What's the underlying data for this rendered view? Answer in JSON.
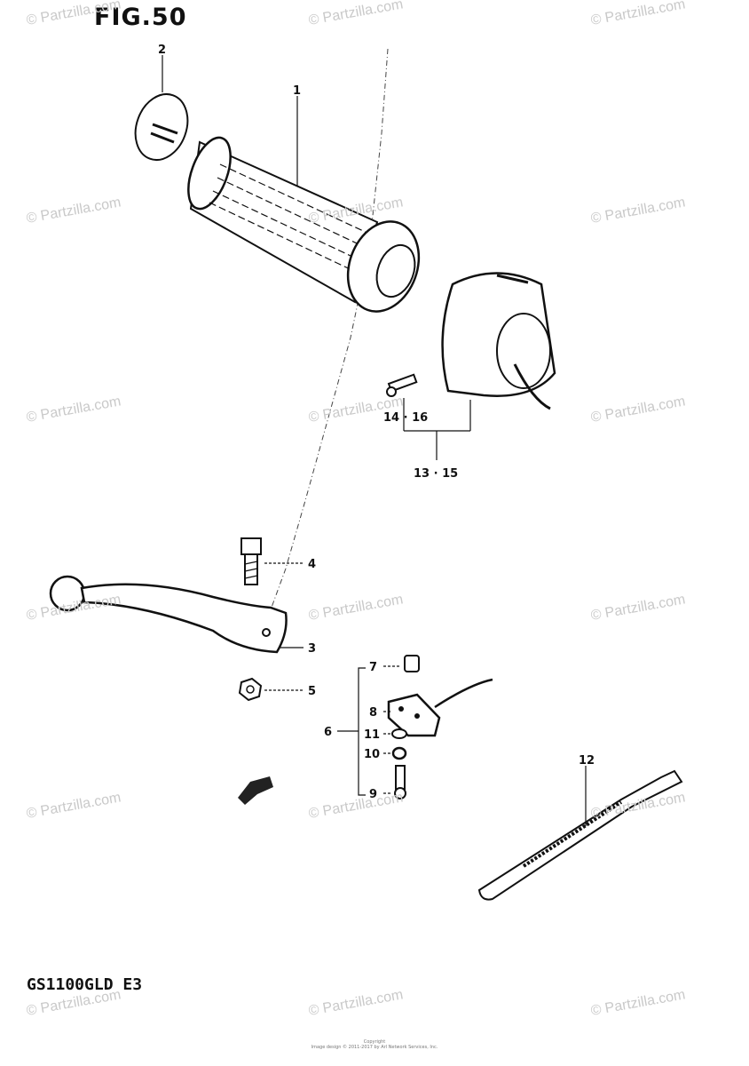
{
  "figure": {
    "title": "FIG.50",
    "model": "GS1100GLD E3"
  },
  "watermark": "© Partzilla.com",
  "footer": {
    "line1": "Copyright",
    "line2": "Image design © 2011-2017 by Arl Network Services, Inc."
  },
  "callouts": {
    "c1": "1",
    "c2": "2",
    "c3": "3",
    "c4": "4",
    "c5": "5",
    "c6": "6",
    "c7": "7",
    "c8": "8",
    "c9": "9",
    "c10": "10",
    "c11": "11",
    "c12": "12",
    "c14_16": "14 · 16",
    "c13_15": "13 · 15"
  },
  "colors": {
    "ink": "#111111",
    "watermark": "#c9c9c9",
    "background": "#ffffff"
  }
}
